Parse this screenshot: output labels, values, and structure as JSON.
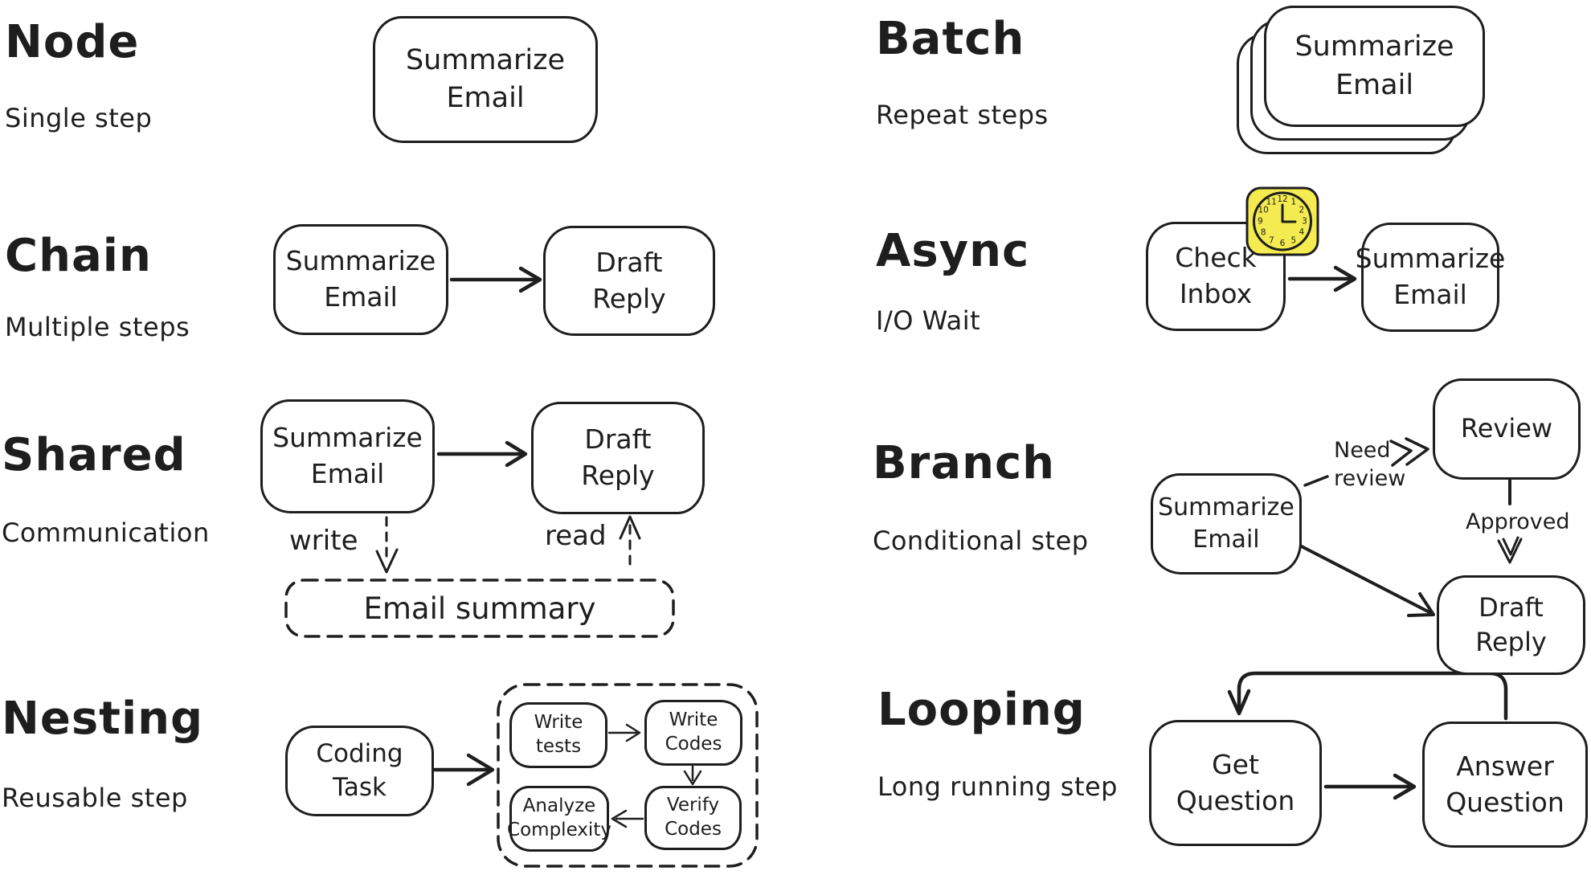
{
  "palette": {
    "ink": "#1e1e1e",
    "paper": "#ffffff",
    "clock_yellow": "#f3eb4f"
  },
  "sections": {
    "node": {
      "title": "Node",
      "subtitle": "Single step",
      "box": "Summarize\nEmail"
    },
    "chain": {
      "title": "Chain",
      "subtitle": "Multiple steps",
      "box1": "Summarize\nEmail",
      "box2": "Draft\nReply"
    },
    "shared": {
      "title": "Shared",
      "subtitle": "Communication",
      "box1": "Summarize\nEmail",
      "box2": "Draft\nReply",
      "write_label": "write",
      "read_label": "read",
      "store": "Email summary"
    },
    "nesting": {
      "title": "Nesting",
      "subtitle": "Reusable step",
      "box1": "Coding\nTask",
      "inner1": "Write\ntests",
      "inner2": "Write\nCodes",
      "inner3": "Analyze\nComplexity",
      "inner4": "Verify\nCodes"
    },
    "batch": {
      "title": "Batch",
      "subtitle": "Repeat steps",
      "box": "Summarize\nEmail"
    },
    "async": {
      "title": "Async",
      "subtitle": "I/O Wait",
      "box1": "Check\nInbox",
      "box2": "Summarize\nEmail",
      "clock_numbers": [
        1,
        2,
        3,
        4,
        5,
        6,
        7,
        8,
        9,
        10,
        11,
        12
      ]
    },
    "branch": {
      "title": "Branch",
      "subtitle": "Conditional step",
      "box1": "Summarize\nEmail",
      "box2": "Review",
      "box3": "Draft\nReply",
      "edge1": "Need\nreview",
      "edge2": "Approved"
    },
    "looping": {
      "title": "Looping",
      "subtitle": "Long running step",
      "box1": "Get\nQuestion",
      "box2": "Answer\nQuestion"
    }
  }
}
